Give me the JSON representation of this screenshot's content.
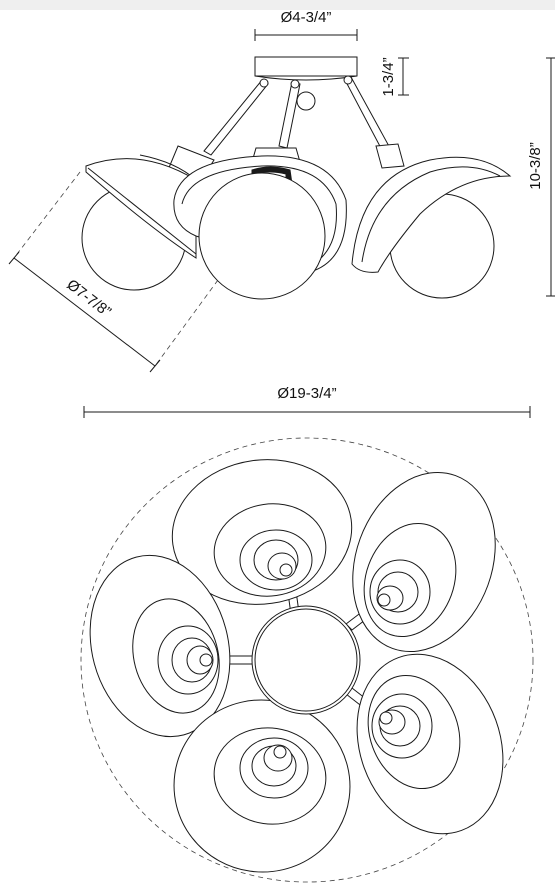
{
  "dimensions": {
    "canopy_diameter": "Ø4-3/4”",
    "canopy_height": "1-3/4”",
    "overall_height": "10-3/8”",
    "shade_diameter": "Ø7-7/8”",
    "overall_diameter": "Ø19-3/4”"
  },
  "colors": {
    "line": "#1a1a1a",
    "background": "#ffffff"
  }
}
